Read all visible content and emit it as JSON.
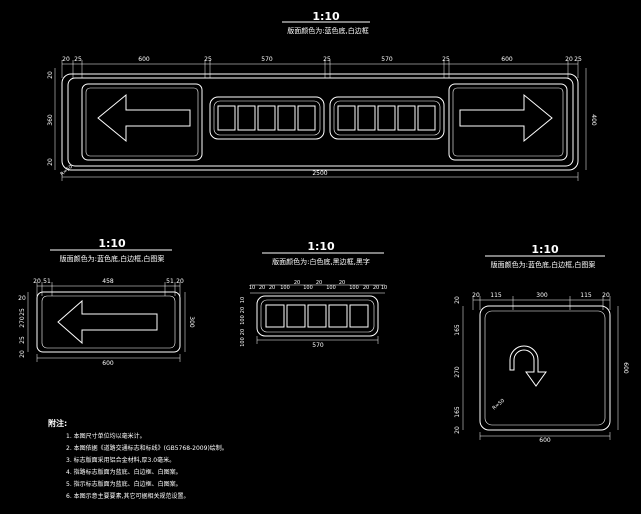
{
  "views": {
    "main": {
      "scale": "1:10",
      "note": "版面颜色为:蓝色底,白边框",
      "top_dims": [
        "20",
        "25",
        "600",
        "25",
        "570",
        "25",
        "570",
        "25",
        "600",
        "20",
        "25"
      ],
      "left_dims": [
        "20",
        "360",
        "20"
      ],
      "right_dim": "400",
      "overall_dim": "2500",
      "radius_label": "R=50"
    },
    "left": {
      "scale": "1:10",
      "note": "版面颜色为:蓝色底,白边框,白图案",
      "top_dims": [
        "20",
        "51",
        "458",
        "51",
        "20"
      ],
      "left_dims": [
        "20",
        "25",
        "270",
        "25",
        "20"
      ],
      "right_dim": "300",
      "bottom_dim": "600"
    },
    "middle": {
      "scale": "1:10",
      "note": "版面颜色为:白色底,黑边框,黑字",
      "top_dims": [
        "10",
        "20",
        "20",
        "100",
        "20",
        "100",
        "20",
        "100",
        "20",
        "100",
        "20",
        "20",
        "10"
      ],
      "top_dims2": [
        "10",
        "20",
        "100",
        "20",
        "100",
        "20",
        "100",
        "20",
        "100",
        "20",
        "10"
      ],
      "bottom_dim": "570"
    },
    "right": {
      "scale": "1:10",
      "note": "版面颜色为:蓝色底,白边框,白图案",
      "top_dims": [
        "20",
        "115",
        "300",
        "115",
        "20"
      ],
      "left_dims": [
        "20",
        "165",
        "270",
        "165",
        "20"
      ],
      "right_dim": "600",
      "bottom_dim": "600",
      "radius_label": "R=50"
    }
  },
  "notes": {
    "heading": "附注:",
    "items": [
      "1. 本图尺寸单位均以毫米计。",
      "2. 本图依据《道路交通标志和标线》(GB5768-2009)绘制。",
      "3. 标志版面采用铝合金材料,厚3.0毫米。",
      "4. 指路标志版面为蓝底、白边框、白图案。",
      "5. 指示标志版面为蓝底、白边框、白图案。",
      "6. 本图示意主要要素,其它可据相关规范设置。"
    ]
  }
}
